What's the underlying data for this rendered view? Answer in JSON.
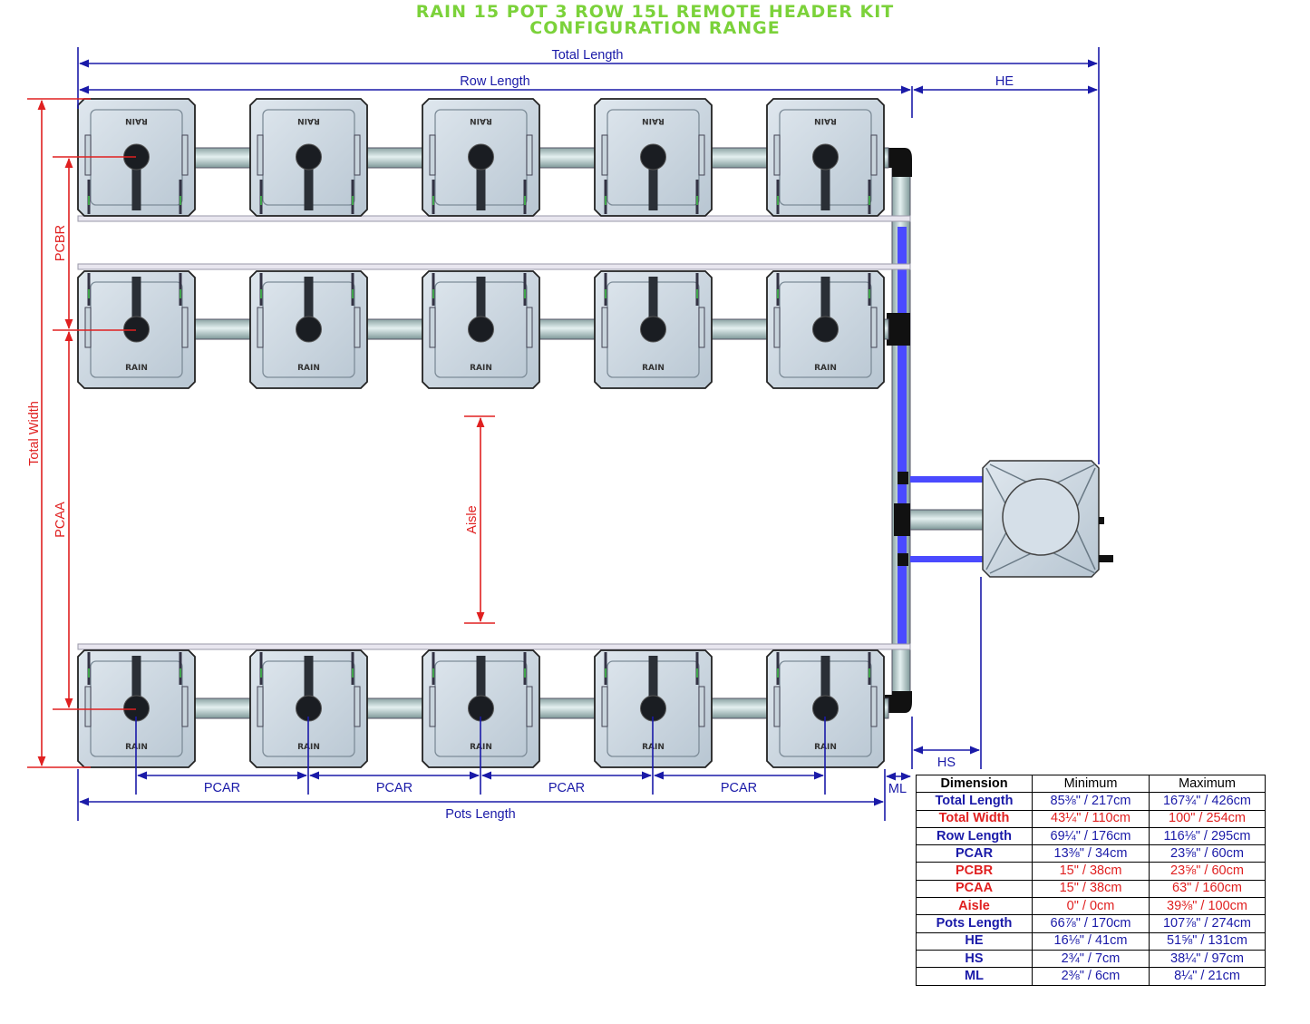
{
  "title": {
    "line1": "RAIN 15 POT 3 ROW 15L REMOTE HEADER KIT",
    "line2": "CONFIGURATION RANGE"
  },
  "colors": {
    "blue": "#1a1aa8",
    "red": "#e02020",
    "green": "#7bd23a"
  },
  "dimension_labels": {
    "total_length": "Total Length",
    "row_length": "Row Length",
    "he": "HE",
    "pcbr": "PCBR",
    "pcaa": "PCAA",
    "total_width": "Total Width",
    "aisle": "Aisle",
    "hs": "HS",
    "ml": "ML",
    "pcar": "PCAR",
    "pots_length": "Pots Length"
  },
  "pot_brand": "RAIN",
  "table": {
    "headers": [
      "Dimension",
      "Minimum",
      "Maximum"
    ],
    "rows": [
      {
        "name": "Total Length",
        "min": "85⅜\" / 217cm",
        "max": "167¾\" / 426cm",
        "color": "blue"
      },
      {
        "name": "Total Width",
        "min": "43¼\" / 110cm",
        "max": "100\" / 254cm",
        "color": "red"
      },
      {
        "name": "Row Length",
        "min": "69¼\" / 176cm",
        "max": "116⅛\" / 295cm",
        "color": "blue"
      },
      {
        "name": "PCAR",
        "min": "13⅜\" / 34cm",
        "max": "23⅝\" / 60cm",
        "color": "blue"
      },
      {
        "name": "PCBR",
        "min": "15\" / 38cm",
        "max": "23⅝\" / 60cm",
        "color": "red"
      },
      {
        "name": "PCAA",
        "min": "15\" / 38cm",
        "max": "63\" / 160cm",
        "color": "red"
      },
      {
        "name": "Aisle",
        "min": "0\" / 0cm",
        "max": "39⅜\" / 100cm",
        "color": "red"
      },
      {
        "name": "Pots Length",
        "min": "66⅞\" / 170cm",
        "max": "107⅞\" / 274cm",
        "color": "blue"
      },
      {
        "name": "HE",
        "min": "16⅛\" / 41cm",
        "max": "51⅝\" / 131cm",
        "color": "blue"
      },
      {
        "name": "HS",
        "min": "2¾\" / 7cm",
        "max": "38¼\" / 97cm",
        "color": "blue"
      },
      {
        "name": "ML",
        "min": "2⅜\" / 6cm",
        "max": "8¼\" / 21cm",
        "color": "blue"
      }
    ]
  }
}
